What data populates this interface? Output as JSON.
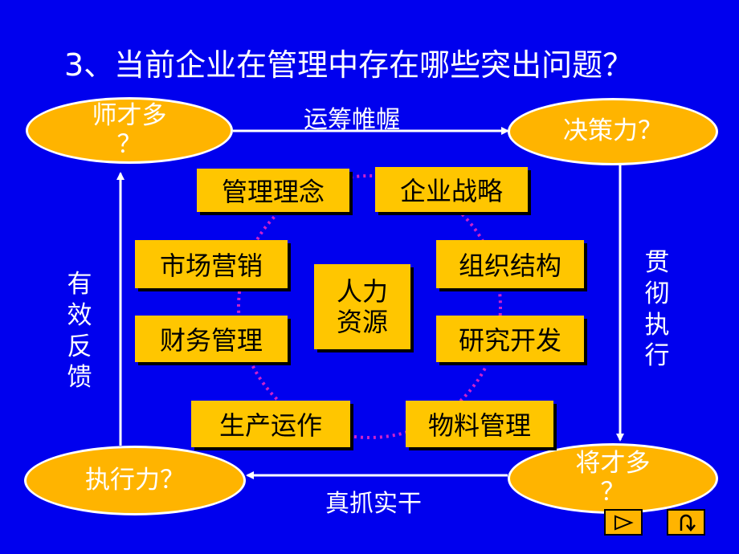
{
  "title": "3、当前企业在管理中存在哪些突出问题？",
  "corners": {
    "top_left": [
      "师才多",
      "？"
    ],
    "top_right": [
      "决策力？"
    ],
    "bottom_left": [
      "执行力？"
    ],
    "bottom_right": [
      "将才多",
      "？"
    ]
  },
  "edges": {
    "top": "运筹帷幄",
    "right": "贯彻执行",
    "bottom": "真抓实干",
    "left": "有效反馈"
  },
  "boxes": {
    "guanli_linian": "管理理念",
    "qiye_zhanlue": "企业战略",
    "shichang_yingxiao": "市场营销",
    "zuzhi_jiegou": "组织结构",
    "caiwu_guanli": "财务管理",
    "yanjiu_kaifa": "研究开发",
    "shengchan_yunzuo": "生产运作",
    "wuliao_guanli": "物料管理",
    "center": [
      "人力",
      "资源"
    ]
  },
  "colors": {
    "background": "#0000ee",
    "ellipse_fill": "#ffb400",
    "box_fill": "#ffc600",
    "circle_stroke": "#cc22cc"
  },
  "nav": {
    "next_icon": "play-triangle-icon",
    "return_icon": "u-turn-icon"
  }
}
